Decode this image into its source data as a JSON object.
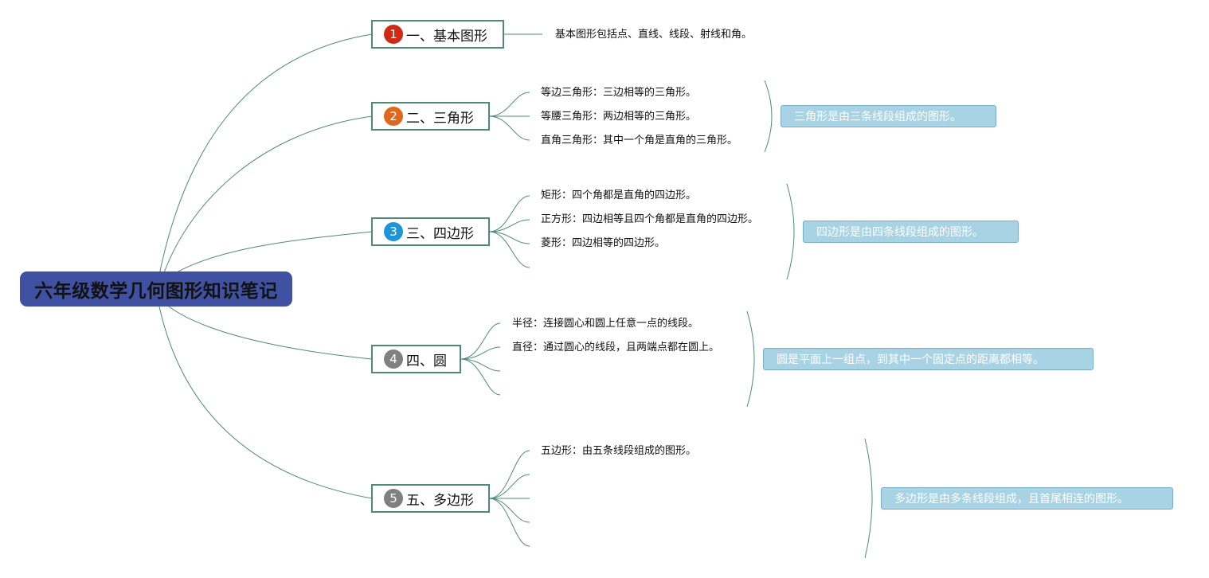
{
  "root": {
    "title": "六年级数学几何图形知识笔记"
  },
  "branches": [
    {
      "number": "1",
      "title": "一、基本图形",
      "badge_color": "#cf2a16",
      "leaves": [
        "基本图形包括点、直线、线段、射线和角。"
      ],
      "summary": ""
    },
    {
      "number": "2",
      "title": "二、三角形",
      "badge_color": "#e0681a",
      "leaves": [
        "等边三角形：三边相等的三角形。",
        "等腰三角形：两边相等的三角形。",
        "直角三角形：其中一个角是直角的三角形。"
      ],
      "summary": "三角形是由三条线段组成的图形。"
    },
    {
      "number": "3",
      "title": "三、四边形",
      "badge_color": "#1d95d6",
      "leaves": [
        "矩形：四个角都是直角的四边形。",
        "正方形：四边相等且四个角都是直角的四边形。",
        "菱形：四边相等的四边形。"
      ],
      "summary": "四边形是由四条线段组成的图形。"
    },
    {
      "number": "4",
      "title": "四、圆",
      "badge_color": "#808080",
      "leaves": [
        "半径：连接圆心和圆上任意一点的线段。",
        "直径：通过圆心的线段，且两端点都在圆上。"
      ],
      "summary": "圆是平面上一组点，到其中一个固定点的距离都相等。"
    },
    {
      "number": "5",
      "title": "五、多边形",
      "badge_color": "#808080",
      "leaves": [
        "五边形：由五条线段组成的图形。"
      ],
      "summary": "多边形是由多条线段组成，且首尾相连的图形。"
    }
  ],
  "colors": {
    "root_fill": "#3f51a0",
    "branch_border": "#4f8a77",
    "line": "#4f8a77",
    "summary_fill": "#a8d3e4"
  }
}
